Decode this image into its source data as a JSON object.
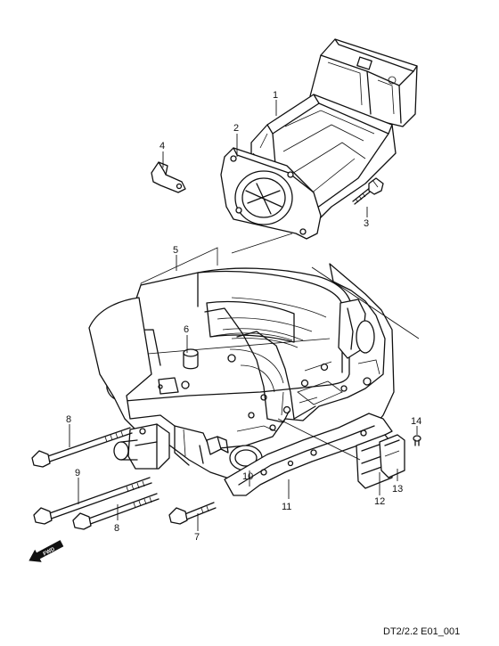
{
  "callouts": {
    "c1": "1",
    "c2": "2",
    "c3": "3",
    "c4": "4",
    "c5": "5",
    "c6": "6",
    "c7": "7",
    "c8a": "8",
    "c8b": "8",
    "c9": "9",
    "c10": "10",
    "c11": "11",
    "c12": "12",
    "c13": "13",
    "c14": "14"
  },
  "direction_label": "FWD",
  "diagram_code": "DT2/2.2 E01_001"
}
